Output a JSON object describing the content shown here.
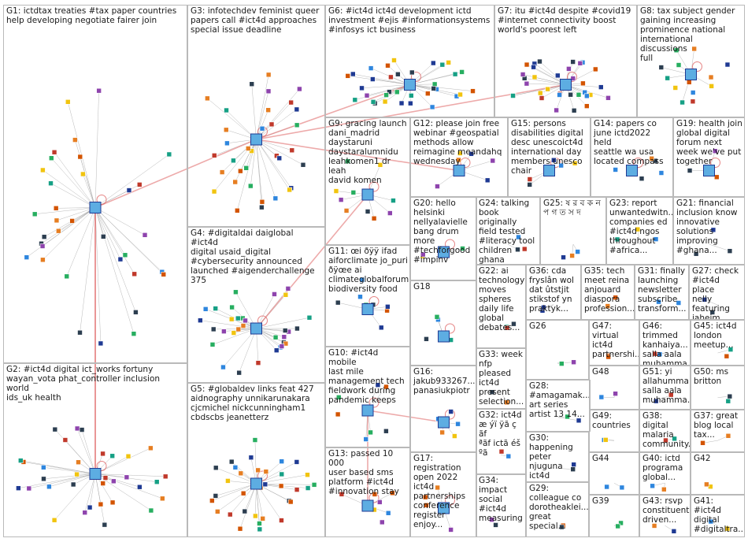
{
  "figure": {
    "type": "network-graph-clusters"
  },
  "groups": [
    {
      "id": "G1",
      "label": "G1: ictdtax treaties #tax paper countries\nhelp developing negotiate fairer join"
    },
    {
      "id": "G2",
      "label": "G2: #ict4d digital ict_works fortuny\nwayan_vota phat_controller inclusion world\nids_uk health"
    },
    {
      "id": "G3",
      "label": "G3: infotechdev feminist queer\npapers call #ict4d approaches\nspecial issue deadline"
    },
    {
      "id": "G4",
      "label": "G4: #digitaldai daiglobal #ict4d\ndigital usaid_digital\n#cybersecurity announced\nlaunched #aigenderchallenge\n375"
    },
    {
      "id": "G5",
      "label": "G5: #globaldev links feat 427\naidnography unnikarunakara\ncjcmichel nickcunningham1\ncbdscbs jeanetterz"
    },
    {
      "id": "G6",
      "label": "G6: #ict4d ict4d development ictd\ninvestment #ejis #informationsystems\n#infosys ict business"
    },
    {
      "id": "G7",
      "label": "G7: itu #ict4d despite #covid19\n#internet connectivity boost\nworld's poorest left"
    },
    {
      "id": "G8",
      "label": "G8: tax subject gender\ngaining increasing\nprominence national\ninternational discussions\nfull"
    },
    {
      "id": "G9",
      "label": "G9: gracing launch\ndani_madrid\ndaystaruni\ndaystaralumnidu\nleahkomen1 dr leah\ndavid komen"
    },
    {
      "id": "G10",
      "label": "G10: #ict4d mobile\nlast mile\nmanagement tech\nfieldwork during\npandemic keeps"
    },
    {
      "id": "G11",
      "label": "G11: œi ðÿÿ ifad\naiforclimate jo_puri\nðÿœe ai\nclimateglobalforum\nbiodiversity food"
    },
    {
      "id": "G12",
      "label": "G12: please join free\nwebinar #geospatial\nmethods allow\nreimagine meandahq\nwednesday"
    },
    {
      "id": "G13",
      "label": "G13: passed 10 000\nuser based sms\nplatform #ict4d\n#innovation stay"
    },
    {
      "id": "G14",
      "label": "G14: papers co\njune ictd2022 held\nseattle wa usa\nlocated compass"
    },
    {
      "id": "G15",
      "label": "G15: persons\ndisabilities digital\ndesc unescoict4d\ninternational day\nmembers unesco\nchair"
    },
    {
      "id": "G16",
      "label": "G16:\njakub933267...\npanasiukpiotr"
    },
    {
      "id": "G17",
      "label": "G17:\nregistration\nopen 2022\nict4d\npartnerships\nconference\nregister enjoy..."
    },
    {
      "id": "G18",
      "label": "G18"
    },
    {
      "id": "G19",
      "label": "G19: health join\nglobal digital\nforum next\nweek we've put\ntogether"
    },
    {
      "id": "G20",
      "label": "G20: hello\nhelsinki\nnellyalavielle\nbang drum\nmore\n#techforgood\n#impinv"
    },
    {
      "id": "G21",
      "label": "G21: financial\ninclusion know\ninnovative\nsolutions\nimproving\n#ghana..."
    },
    {
      "id": "G22",
      "label": "G22: ai\ntechnology\nmoves\nspheres\ndaily life\nglobal\ndebates..."
    },
    {
      "id": "G23",
      "label": "G23: report\nunwantedwitn...\ncompanies ed\n#ict4d ngos\nthroughout\n#africa..."
    },
    {
      "id": "G24",
      "label": "G24: talking\nbook originally\nfield tested\n#literacy tool\nchildren ghana\nexcited"
    },
    {
      "id": "G25",
      "label": "G25: ষ র ব ক ন\nপ গ ত স দ"
    },
    {
      "id": "G26",
      "label": "G26"
    },
    {
      "id": "G27",
      "label": "G27: check\n#ict4d place\nnelly\nfeaturing\njaheim..."
    },
    {
      "id": "G28",
      "label": "G28:\n#amagamak...\nart series\nartist 13 14..."
    },
    {
      "id": "G29",
      "label": "G29:\ncolleague co\ndorotheaklei...\ngreat special..."
    },
    {
      "id": "G30",
      "label": "G30:\nhappening\npeter njuguna\nict4d expert..."
    },
    {
      "id": "G31",
      "label": "G31: finally\nlaunching\nnewsletter\nsubscribe\ntransform..."
    },
    {
      "id": "G32",
      "label": "G32: ict4d\næ ýï ÿã ç ãf\nªãf ictã éš\nºã"
    },
    {
      "id": "G33",
      "label": "G33: week\nnfp pleased\nict4d\npresent\nselection..."
    },
    {
      "id": "G34",
      "label": "G34: impact\nsocial\n#ict4d\nmeasuring"
    },
    {
      "id": "G35",
      "label": "G35: tech\nmeet reina\nanjouard\ndiaspora\nprofession..."
    },
    {
      "id": "G36",
      "label": "G36: cda\nfryslân wol\ndat ûtstjit\nstikstof yn\npraktyk..."
    },
    {
      "id": "G37",
      "label": "G37: great\nblog local\ntax..."
    },
    {
      "id": "G38",
      "label": "G38: digital\nmalaria\ncommunity..."
    },
    {
      "id": "G39",
      "label": "G39"
    },
    {
      "id": "G40",
      "label": "G40: ictd\nprogramа\nglobal..."
    },
    {
      "id": "G41",
      "label": "G41: #ict4d\ndigital\n#digitaltra..."
    },
    {
      "id": "G42",
      "label": "G42"
    },
    {
      "id": "G43",
      "label": "G43: rsvp\nconstituent\ndriven..."
    },
    {
      "id": "G44",
      "label": "G44"
    },
    {
      "id": "G45",
      "label": "G45: ict4d\nlondon\nmeetup..."
    },
    {
      "id": "G46",
      "label": "G46:\ntrimmed\nkanhaiya...\nsalla aala\nmuhamma..."
    },
    {
      "id": "G47",
      "label": "G47: virtual\nict4d\npartnershi..."
    },
    {
      "id": "G48",
      "label": "G48"
    },
    {
      "id": "G49",
      "label": "G49:\ncountries"
    },
    {
      "id": "G50",
      "label": "G50: ms\nbritton"
    },
    {
      "id": "G51",
      "label": "G51: yi\nallahumma\nsalla aala\nmuhamma..."
    }
  ],
  "colors": {
    "box_border": "#b9b9b9",
    "edge": "#9a9a9a",
    "edge_strong": "#e06666",
    "node_palette": [
      "#1f3a93",
      "#2e86de",
      "#27ae60",
      "#e67e22",
      "#8e44ad",
      "#c0392b",
      "#16a085",
      "#2c3e50",
      "#f1c40f",
      "#d35400"
    ]
  }
}
